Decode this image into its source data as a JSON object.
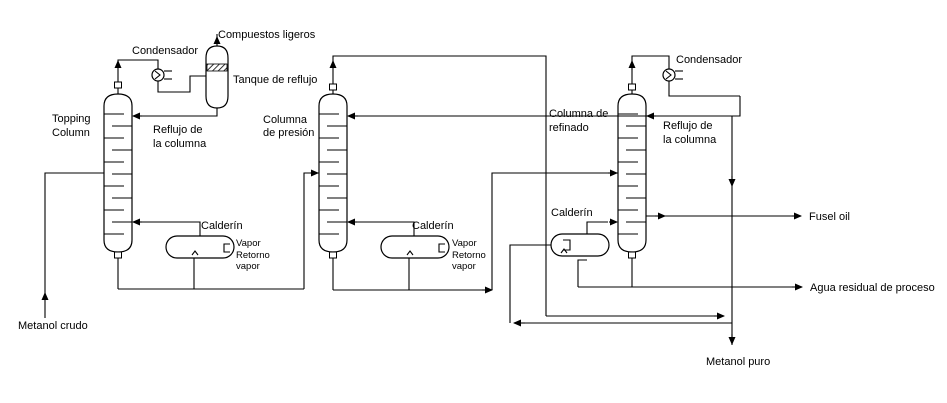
{
  "labels": {
    "topping_column": [
      "Topping",
      "Column"
    ],
    "condensador_1": "Condensador",
    "compuestos_ligeros": "Compuestos ligeros",
    "tanque_reflujo": "Tanque de reflujo",
    "reflujo_1": [
      "Reflujo de",
      "la columna"
    ],
    "calderin_1": "Calderín",
    "vapor_1": "Vapor",
    "retorno_vapor_1": [
      "Retorno",
      "vapor"
    ],
    "metanol_crudo": "Metanol crudo",
    "columna_presion": [
      "Columna",
      "de presión"
    ],
    "calderin_2": "Calderín",
    "vapor_2": "Vapor",
    "retorno_vapor_2": [
      "Retorno",
      "vapor"
    ],
    "columna_refinado": [
      "Columna de",
      "refinado"
    ],
    "condensador_3": "Condensador",
    "reflujo_3": [
      "Reflujo de",
      "la columna"
    ],
    "calderin_3": "Calderín",
    "fusel_oil": "Fusel oil",
    "agua_residual": "Agua residual de proceso",
    "metanol_puro": "Metanol puro"
  }
}
